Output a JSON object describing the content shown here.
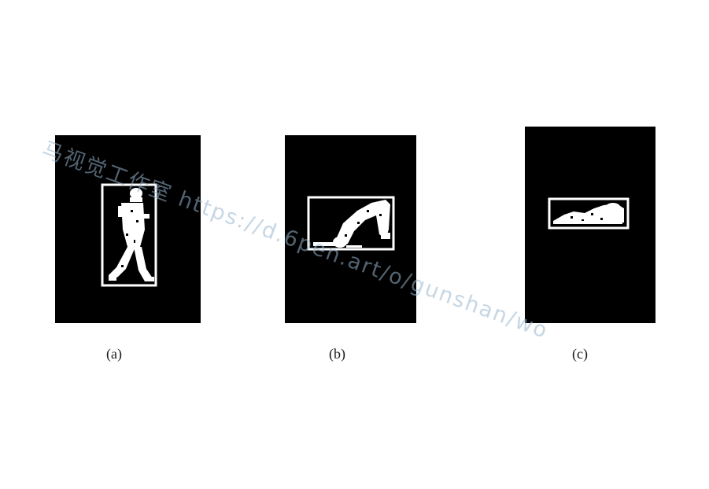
{
  "figure": {
    "panels": [
      {
        "id": "a",
        "caption": "(a)",
        "subject": "walking-person"
      },
      {
        "id": "b",
        "caption": "(b)",
        "subject": "bending-person"
      },
      {
        "id": "c",
        "caption": "(c)",
        "subject": "lying-person"
      }
    ]
  },
  "watermark": {
    "text": "马视觉工作室 https://d.6pen.art/o/gunshan/wo"
  },
  "colors": {
    "panel_background": "#000000",
    "silhouette": "#ffffff",
    "page_background": "#ffffff",
    "watermark": "#96b4cd"
  }
}
